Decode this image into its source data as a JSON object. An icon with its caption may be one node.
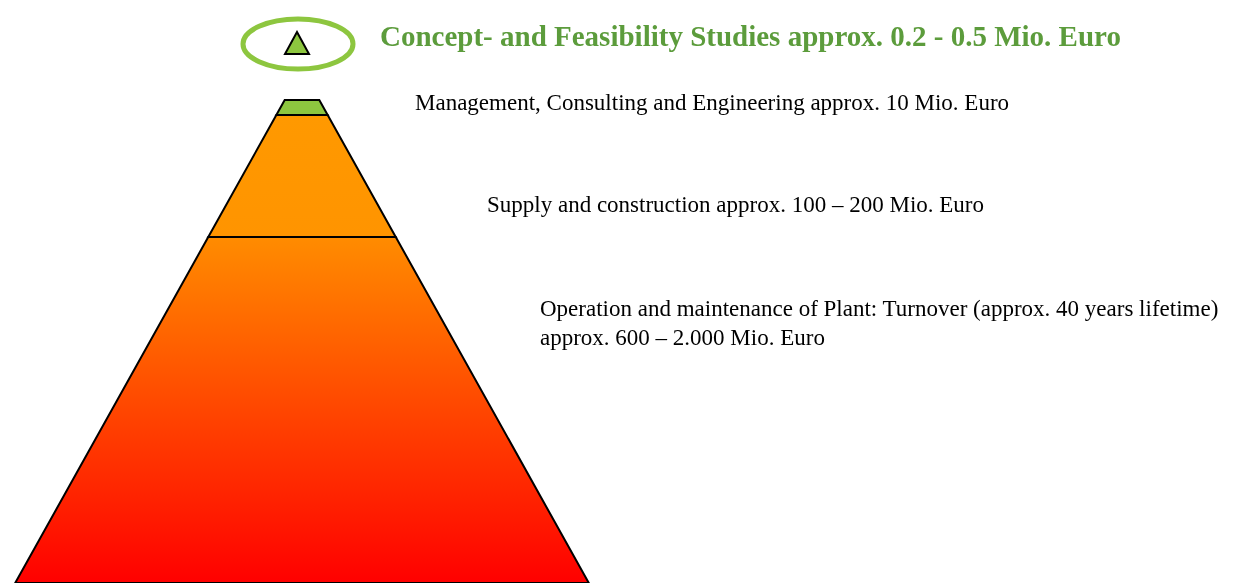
{
  "diagram": {
    "nodes": [
      {
        "text": [],
        "shape": "circle",
        "beside": [
          "Concept- and Feasibility Studies approx. 0.2 - 0.5 Mio. Euro"
        ]
      },
      {
        "text": [],
        "shape": "triangle",
        "in": 0
      },
      {
        "text": [],
        "shape": "band"
      },
      {
        "text": [],
        "shape": "band"
      },
      {
        "text": [],
        "shape": "band"
      }
    ],
    "labels": [
      "Management, Consulting and Engineering approx. 10 Mio. Euro",
      "Supply and construction approx. 100 – 200 Mio. Euro",
      "Operation and maintenance of Plant: Turnover (approx. 40 years lifetime) approx. 600 – 2.000 Mio. Euro"
    ]
  }
}
